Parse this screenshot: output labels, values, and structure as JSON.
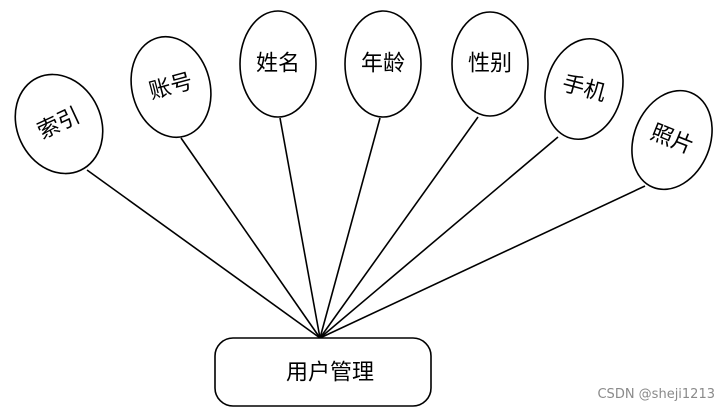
{
  "entity": {
    "label": "用户管理"
  },
  "attributes": [
    {
      "label": "索引"
    },
    {
      "label": "账号"
    },
    {
      "label": "姓名"
    },
    {
      "label": "年龄"
    },
    {
      "label": "性别"
    },
    {
      "label": "手机"
    },
    {
      "label": "照片"
    }
  ],
  "watermark": "CSDN @sheji1213"
}
